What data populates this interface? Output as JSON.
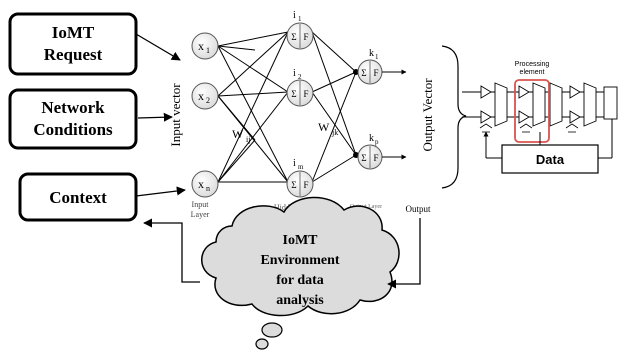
{
  "input_boxes": [
    {
      "line1": "IoMT",
      "line2": "Request"
    },
    {
      "line1": "Network",
      "line2": "Conditions"
    },
    {
      "line1": "Context",
      "line2": ""
    }
  ],
  "network": {
    "input_nodes": [
      {
        "main": "x",
        "sub": "1"
      },
      {
        "main": "x",
        "sub": "2"
      },
      {
        "main": "x",
        "sub": "n"
      }
    ],
    "hidden_labels": [
      {
        "main": "i",
        "sub": "1"
      },
      {
        "main": "i",
        "sub": "2"
      },
      {
        "main": "i",
        "sub": "m"
      }
    ],
    "output_labels": [
      {
        "main": "k",
        "sub": "1"
      },
      {
        "main": "k",
        "sub": "p"
      }
    ],
    "node_sum": "Σ",
    "node_func": "F",
    "weight_ij": {
      "main": "W",
      "sub": "ij"
    },
    "weight_jk": {
      "main": "W",
      "sub": "jk"
    },
    "input_vector_label": "Input vector",
    "output_vector_label": "Output Vector",
    "input_layer_line1": "Input",
    "input_layer_line2": "Layer",
    "hidden_layer_label": "Hidden Layer",
    "output_layer_label": "Output Layer"
  },
  "hardware": {
    "processing_label_line1": "Processing",
    "processing_label_line2": "element",
    "data_label": "Data"
  },
  "cloud": {
    "lines": [
      "IoMT",
      "Environment",
      "for data",
      "analysis"
    ]
  },
  "output_label": "Output"
}
